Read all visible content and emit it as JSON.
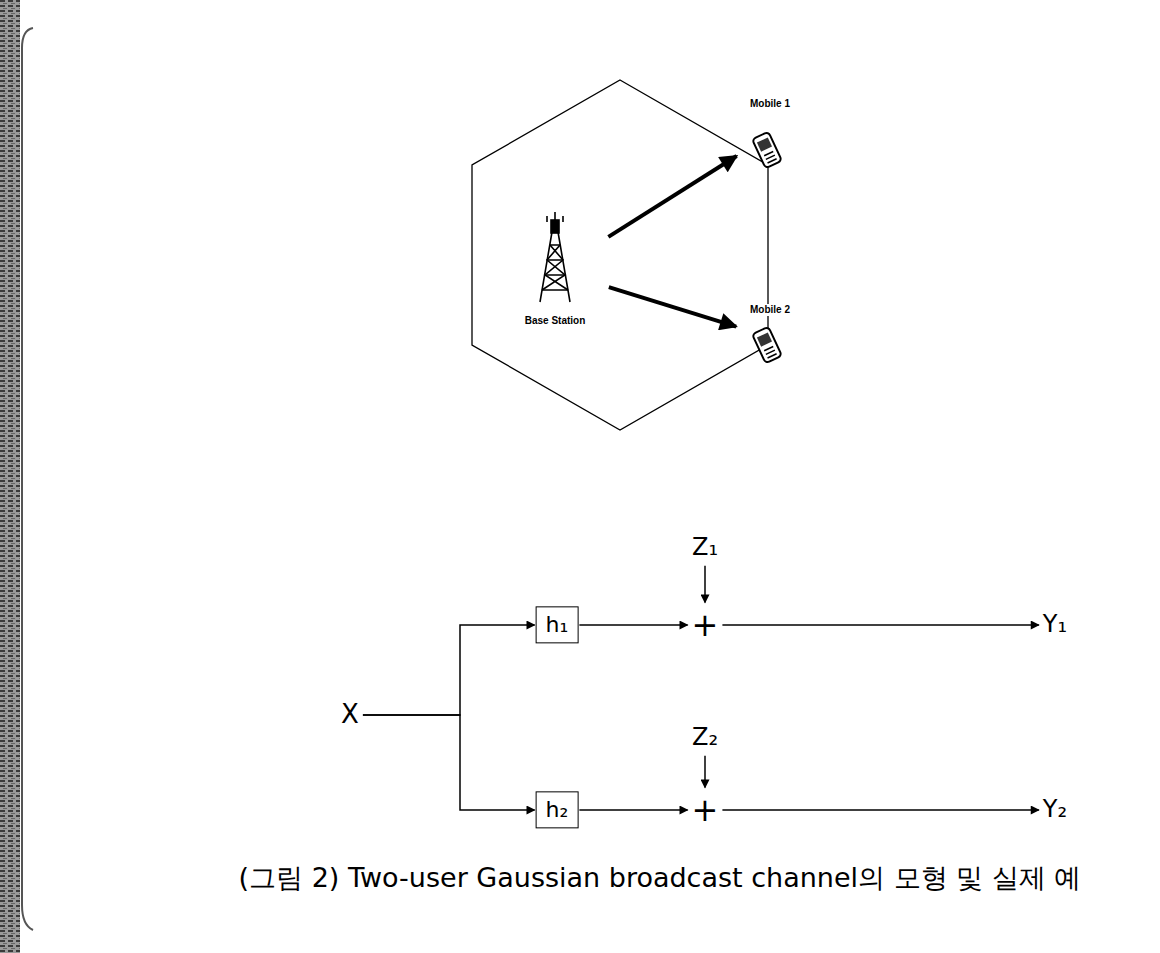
{
  "diagram": {
    "caption": "(그림 2) Two-user Gaussian broadcast channel의 모형 및 실제 예",
    "nodes": [
      {
        "text": [
          "Mobile 1"
        ]
      },
      {
        "text": [
          "Base Station"
        ]
      },
      {
        "text": [
          "Mobile 2"
        ]
      },
      {
        "text": [
          "Z₁"
        ]
      },
      {
        "text": [
          "h₁"
        ]
      },
      {
        "text": [
          "+"
        ]
      },
      {
        "text": [
          "Y₁"
        ]
      },
      {
        "text": [
          "X"
        ]
      },
      {
        "text": [
          "Z₂"
        ]
      },
      {
        "text": [
          "h₂"
        ]
      },
      {
        "text": [
          "+"
        ]
      },
      {
        "text": [
          "Y₂"
        ]
      }
    ],
    "edges": [
      {
        "from": 1,
        "to": 0,
        "arrow": "to"
      },
      {
        "from": 1,
        "to": 2,
        "arrow": "to"
      },
      {
        "from": 7,
        "to": 4,
        "arrow": "to"
      },
      {
        "from": 7,
        "to": 9,
        "arrow": "to"
      },
      {
        "from": 4,
        "to": 5,
        "arrow": "to"
      },
      {
        "from": 3,
        "to": 5,
        "arrow": "to"
      },
      {
        "from": 5,
        "to": 6,
        "arrow": "to"
      },
      {
        "from": 9,
        "to": 10,
        "arrow": "to"
      },
      {
        "from": 8,
        "to": 10,
        "arrow": "to"
      },
      {
        "from": 10,
        "to": 11,
        "arrow": "to"
      }
    ]
  }
}
